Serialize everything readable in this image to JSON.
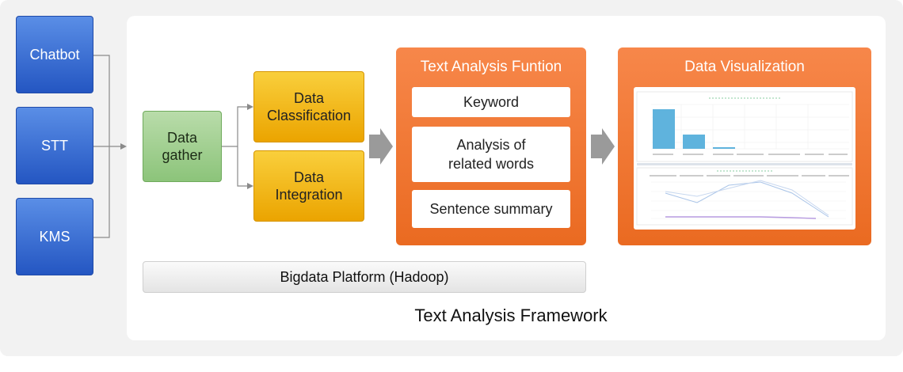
{
  "sources": [
    "Chatbot",
    "STT",
    "KMS"
  ],
  "gather": "Data gather",
  "classification": "Data Classification",
  "integration": "Data Integration",
  "analysis": {
    "title": "Text Analysis Funtion",
    "items": [
      "Keyword",
      "Analysis of related words",
      "Sentence summary"
    ]
  },
  "visualization": {
    "title": "Data Visualization"
  },
  "platform": "Bigdata Platform (Hadoop)",
  "framework": "Text Analysis Framework",
  "colors": {
    "source_blue": "#2f62cf",
    "gather_green": "#9fcf8c",
    "data_yellow": "#f2b512",
    "analysis_orange": "#ef7730",
    "arrow_gray": "#9a9a9a"
  }
}
